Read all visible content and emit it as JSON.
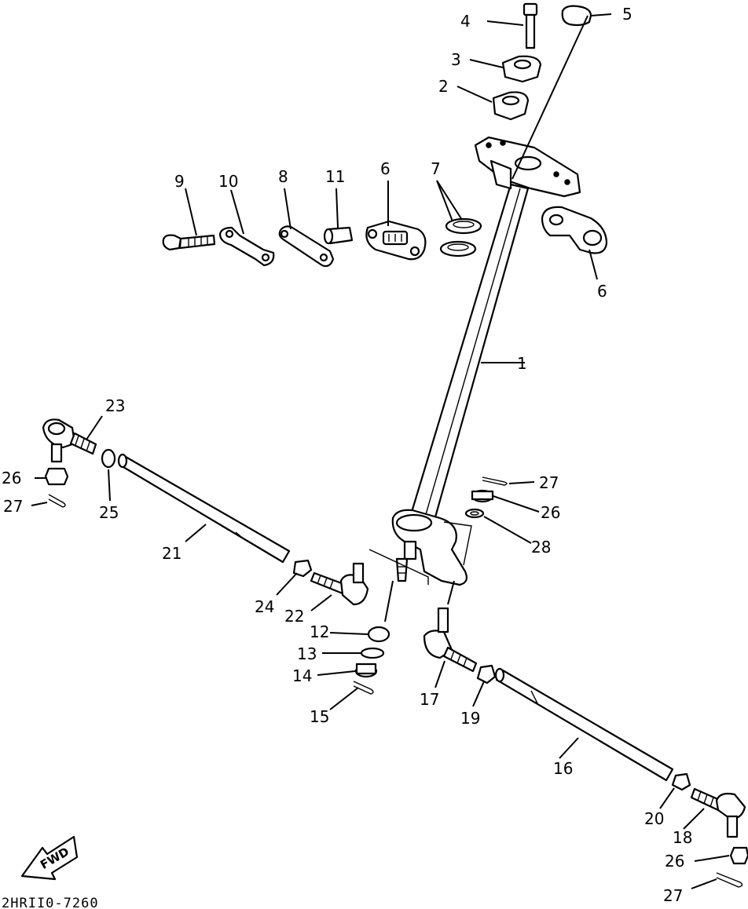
{
  "diagram_code": "2HRII0-7260",
  "fwd_label": "FWD",
  "callouts": {
    "c1": "1",
    "c2": "2",
    "c3": "3",
    "c4": "4",
    "c5": "5",
    "c6a": "6",
    "c6b": "6",
    "c7": "7",
    "c8": "8",
    "c9": "9",
    "c10": "10",
    "c11": "11",
    "c12": "12",
    "c13": "13",
    "c14": "14",
    "c15": "15",
    "c16": "16",
    "c17": "17",
    "c18": "18",
    "c19": "19",
    "c20": "20",
    "c21": "21",
    "c22": "22",
    "c23": "23",
    "c24": "24",
    "c25": "25",
    "c26a": "26",
    "c26b": "26",
    "c26c": "26",
    "c27a": "27",
    "c27b": "27",
    "c27c": "27",
    "c28": "28"
  }
}
